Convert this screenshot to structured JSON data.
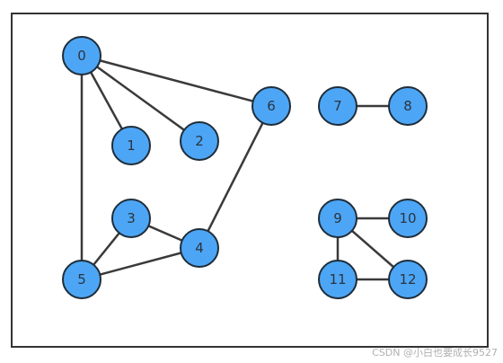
{
  "graph": {
    "node_color": "#4da6f5",
    "node_stroke": "#1f2d3a",
    "edge_color": "#3a3a3a",
    "label_color": "#2b3440",
    "nodes": [
      {
        "id": "0",
        "label": "0"
      },
      {
        "id": "1",
        "label": "1"
      },
      {
        "id": "2",
        "label": "2"
      },
      {
        "id": "3",
        "label": "3"
      },
      {
        "id": "4",
        "label": "4"
      },
      {
        "id": "5",
        "label": "5"
      },
      {
        "id": "6",
        "label": "6"
      },
      {
        "id": "7",
        "label": "7"
      },
      {
        "id": "8",
        "label": "8"
      },
      {
        "id": "9",
        "label": "9"
      },
      {
        "id": "10",
        "label": "10"
      },
      {
        "id": "11",
        "label": "11"
      },
      {
        "id": "12",
        "label": "12"
      }
    ],
    "edges": [
      [
        "0",
        "1"
      ],
      [
        "0",
        "2"
      ],
      [
        "0",
        "6"
      ],
      [
        "0",
        "5"
      ],
      [
        "3",
        "5"
      ],
      [
        "3",
        "4"
      ],
      [
        "5",
        "4"
      ],
      [
        "4",
        "6"
      ],
      [
        "7",
        "8"
      ],
      [
        "9",
        "10"
      ],
      [
        "9",
        "11"
      ],
      [
        "9",
        "12"
      ],
      [
        "11",
        "12"
      ]
    ]
  },
  "watermark": "CSDN @小白也要成长9527"
}
